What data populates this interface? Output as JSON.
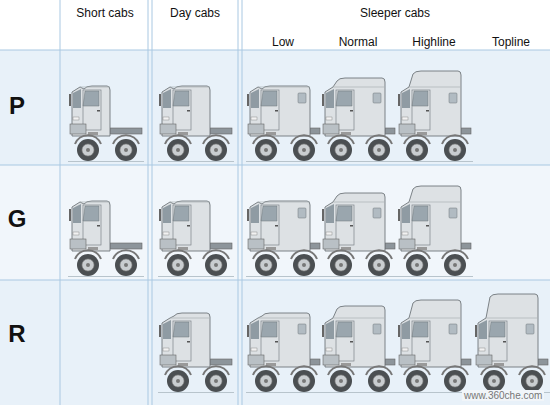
{
  "diagram": {
    "labels": [
      "Short cabs",
      "Day cabs",
      "Sleeper cabs",
      "Low",
      "Normal",
      "Highline",
      "Topline",
      "P",
      "G",
      "R",
      "www.360che.com"
    ]
  }
}
